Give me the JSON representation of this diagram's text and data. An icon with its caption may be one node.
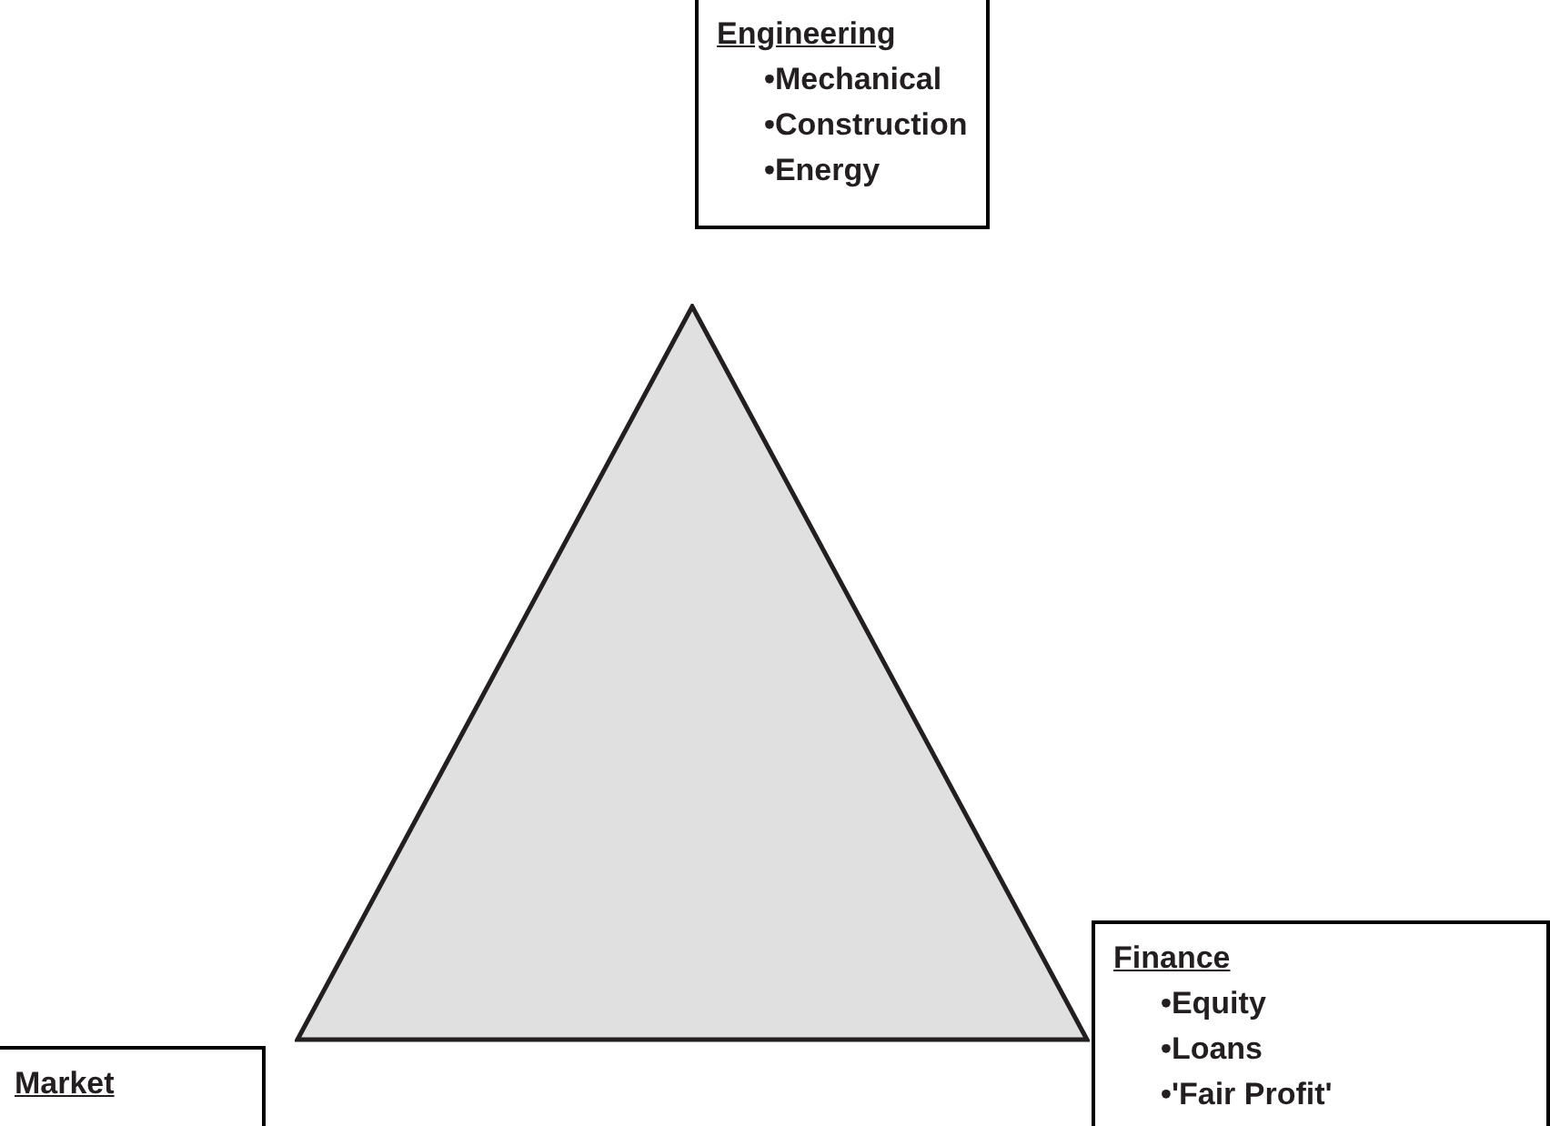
{
  "diagram": {
    "nodes": [
      {
        "text": [
          "Engineering",
          "•Mechanical",
          "•Construction",
          "•Energy"
        ]
      },
      {
        "text": [],
        "shape": "triangle"
      },
      {
        "text": [
          "Finance",
          "•Equity",
          "•Loans",
          "•'Fair Profit'"
        ]
      },
      {
        "text": [
          "Market"
        ]
      }
    ]
  }
}
